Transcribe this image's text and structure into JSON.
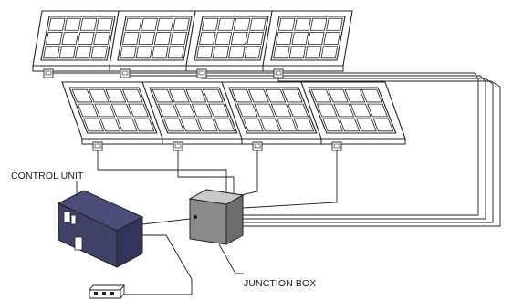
{
  "diagram": {
    "labels": {
      "control_unit": "CONTROL UNIT",
      "junction_box": "JUNCTION BOX"
    },
    "colors": {
      "control_unit_body": "#3f4266",
      "control_unit_top": "#4a4e78",
      "junction_box_body": "#8a8a8a",
      "junction_box_top": "#b9b9b9",
      "line": "#222222"
    },
    "panels": {
      "top_row_count": 4,
      "bottom_row_count": 4,
      "cell_grid": "4x3"
    }
  }
}
